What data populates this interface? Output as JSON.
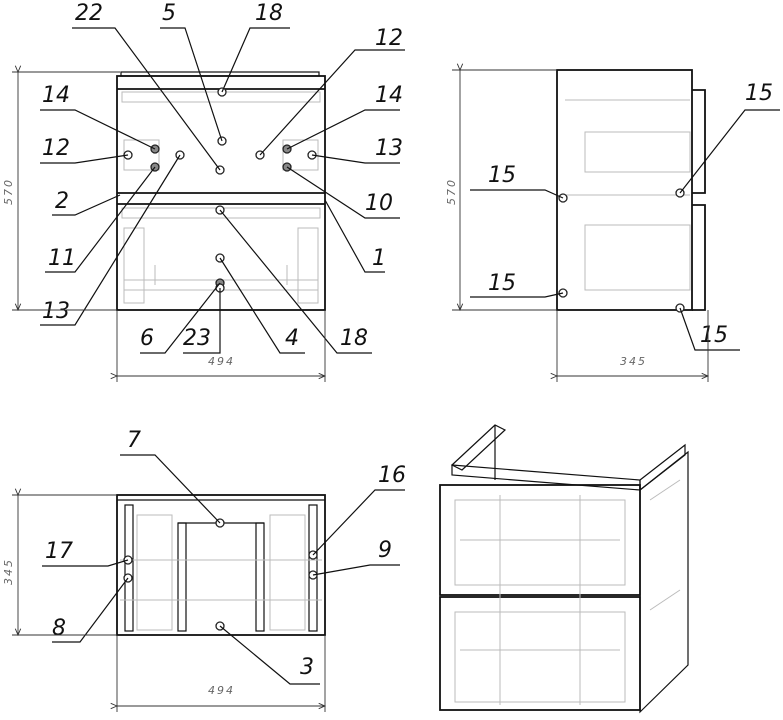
{
  "front_view": {
    "callouts": [
      "22",
      "5",
      "18",
      "12",
      "14",
      "12",
      "14",
      "13",
      "2",
      "10",
      "11",
      "1",
      "13",
      "6",
      "23",
      "4",
      "18"
    ],
    "dim_height": "570",
    "dim_width": "494"
  },
  "side_view": {
    "callouts": [
      "15",
      "15",
      "15",
      "15"
    ],
    "dim_height": "570",
    "dim_depth": "345"
  },
  "top_view": {
    "callouts": [
      "7",
      "16",
      "17",
      "9",
      "8",
      "3"
    ],
    "dim_depth": "345",
    "dim_width": "494"
  }
}
